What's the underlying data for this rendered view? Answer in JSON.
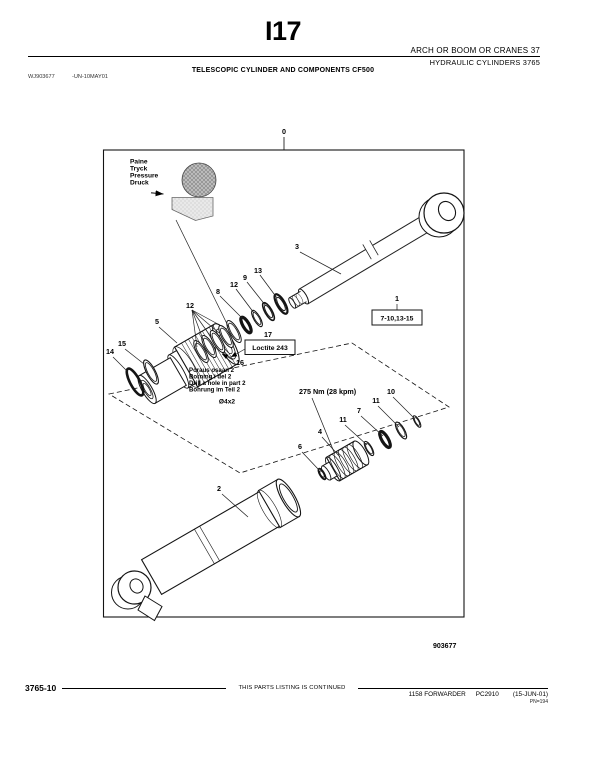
{
  "header": {
    "page_number": "I17",
    "section": "ARCH OR BOOM OR CRANES 37",
    "subsection": "HYDRAULIC CYLINDERS 3765",
    "figure_title": "TELESCOPIC CYLINDER AND COMPONENTS CF500",
    "image_ref": "WJ903677",
    "image_date": "-UN-10MAY01"
  },
  "diagram": {
    "figure_number": "903677",
    "pressure_note": {
      "lines": [
        "Paine",
        "Tryck",
        "Pressure",
        "Druck"
      ]
    },
    "drill_note": {
      "lines": [
        "Poraus osaan 2",
        "Borning i del 2",
        "Drill a hole in part 2",
        "Bohrung im Teil 2"
      ],
      "size": "Ø4x2"
    },
    "torque_note": "275 Nm (28 kpm)",
    "loctite_note": "Loctite 243",
    "range_box": "7-10,13-15",
    "callouts": {
      "c0": "0",
      "c1": "1",
      "c2": "2",
      "c3": "3",
      "c4": "4",
      "c5": "5",
      "c6": "6",
      "c7": "7",
      "c8": "8",
      "c9": "9",
      "c10": "10",
      "c11a": "11",
      "c11b": "11",
      "c12a": "12",
      "c12b": "12",
      "c13": "13",
      "c14": "14",
      "c15": "15",
      "c16": "16",
      "c17": "17"
    }
  },
  "footer": {
    "page_code": "3765-10",
    "continued_note": "THIS PARTS LISTING IS CONTINUED",
    "model": "1158 FORWARDER",
    "catalog": "PC2910",
    "date": "(15-JUN-01)",
    "pn": "PN=194"
  }
}
